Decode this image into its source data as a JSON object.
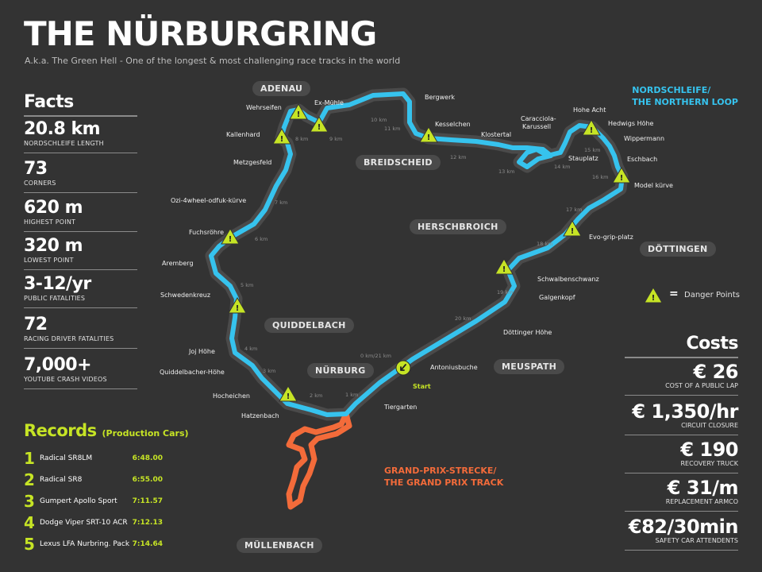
{
  "title": "THE NÜRBURGRING",
  "subtitle": "A.k.a. The Green Hell - One of the longest & most challenging race tracks in the world",
  "facts": {
    "heading": "Facts",
    "items": [
      {
        "value": "20.8 km",
        "label": "NORDSCHLEIFE LENGTH"
      },
      {
        "value": "73",
        "label": "CORNERS"
      },
      {
        "value": "620 m",
        "label": "HIGHEST POINT"
      },
      {
        "value": "320 m",
        "label": "LOWEST POINT"
      },
      {
        "value": "3-12/yr",
        "label": "PUBLIC FATALITIES"
      },
      {
        "value": "72",
        "label": "RACING DRIVER FATALITIES"
      },
      {
        "value": "7,000+",
        "label": "YOUTUBE CRASH VIDEOS"
      }
    ]
  },
  "records": {
    "heading": "Records",
    "subheading": "(Production Cars)",
    "items": [
      {
        "rank": "1",
        "car": "Radical SR8LM",
        "time": "6:48.00"
      },
      {
        "rank": "2",
        "car": "Radical SR8",
        "time": "6:55.00"
      },
      {
        "rank": "3",
        "car": "Gumpert Apollo Sport",
        "time": "7:11.57"
      },
      {
        "rank": "4",
        "car": "Dodge Viper SRT-10 ACR",
        "time": "7:12.13"
      },
      {
        "rank": "5",
        "car": "Lexus LFA Nurbring. Pack",
        "time": "7:14.64"
      }
    ]
  },
  "costs": {
    "heading": "Costs",
    "items": [
      {
        "value": "€ 26",
        "label": "COST OF A PUBLIC LAP"
      },
      {
        "value": "€ 1,350/hr",
        "label": "CIRCUIT CLOSURE"
      },
      {
        "value": "€ 190",
        "label": "RECOVERY TRUCK"
      },
      {
        "value": "€ 31/m",
        "label": "REPLACEMENT ARMCO"
      },
      {
        "value": "€82/30min",
        "label": "SAFETY CAR ATTENDENTS"
      }
    ]
  },
  "map": {
    "loop_title_line1": "NORDSCHLEIFE/",
    "loop_title_line2": "THE NORTHERN LOOP",
    "gp_title_line1": "GRAND-PRIX-STRECKE/",
    "gp_title_line2": "THE GRAND PRIX TRACK",
    "start_label": "Start",
    "legend_label": "Danger Points",
    "legend_symbol": "=",
    "regions": {
      "adenau": "ADENAU",
      "breidscheid": "BREIDSCHEID",
      "herschbroich": "HERSCHBROICH",
      "dottingen": "DÖTTINGEN",
      "quiddelbach": "QUIDDELBACH",
      "nurburg": "NÜRBURG",
      "meuspath": "MEUSPATH",
      "mullenbach": "MÜLLENBACH"
    },
    "places": {
      "wehrseifen": "Wehrseifen",
      "ex_muhle": "Ex-Mühle",
      "bergwerk": "Bergwerk",
      "kallenhard": "Kallenhard",
      "kesselchen": "Kesselchen",
      "caracciola": "Caracciola-",
      "karussell": "Karussell",
      "klostertal": "Klostertal",
      "hohe_acht": "Hohe Acht",
      "hedwigs_hohe": "Hedwigs Höhe",
      "wippermann": "Wippermann",
      "eschbach": "Eschbach",
      "stauplatz": "Stauplatz",
      "metzgesfeld": "Metzgesfeld",
      "model_kurve": "Model kürve",
      "ozi": "Ozi-4wheel-odfuk-kürve",
      "fuchsrohre": "Fuchsröhre",
      "evo_grip": "Evo-grip-platz",
      "aremberg": "Aremberg",
      "schwalbenschwanz": "Schwalbenschwanz",
      "galgenkopf": "Galgenkopf",
      "schwedenkreuz": "Schwedenkreuz",
      "dottinger_hohe": "Döttinger Höhe",
      "joj_hohe": "Joj Höhe",
      "antoniusbuche": "Antoniusbuche",
      "quiddelbacher_hohe": "Quiddelbacher-Höhe",
      "hocheichen": "Hocheichen",
      "tiergarten": "Tiergarten",
      "hatzenbach": "Hatzenbach"
    },
    "km_markers": {
      "km0": "0 km/21 km",
      "km1": "1 km",
      "km2": "2 km",
      "km3": "3 km",
      "km4": "4 km",
      "km5": "5 km",
      "km6": "6 km",
      "km7": "7 km",
      "km8": "8 km",
      "km9": "9 km",
      "km10": "10 km",
      "km11": "11 km",
      "km12": "12 km",
      "km13": "13 km",
      "km14": "14 km",
      "km15": "15 km",
      "km16": "16 km",
      "km17": "17 km",
      "km18": "18 km",
      "km19": "19 km",
      "km20": "20 km"
    }
  },
  "colors": {
    "background": "#333333",
    "track_loop": "#36c3ee",
    "track_gp": "#f36b3a",
    "accent": "#c6e425"
  }
}
